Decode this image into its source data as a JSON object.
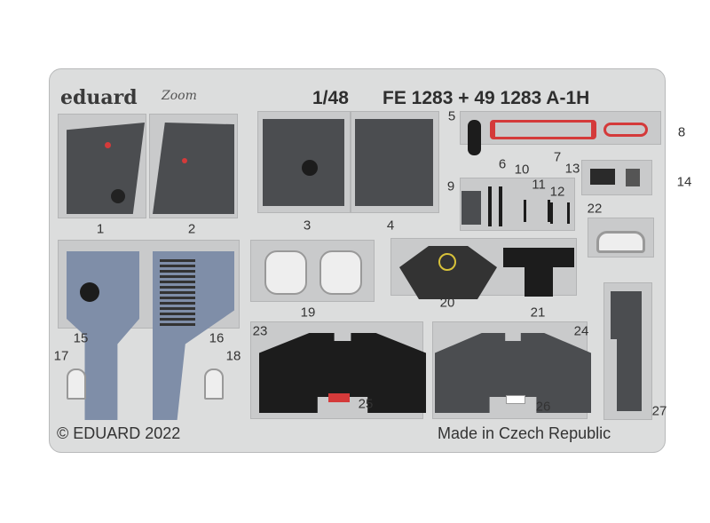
{
  "header": {
    "brand": "eduard",
    "sub_brand": "Zoom",
    "scale": "1/48",
    "product_code": "FE 1283 + 49 1283 A-1H"
  },
  "footer": {
    "copyright": "© EDUARD 2022",
    "origin": "Made in Czech Republic"
  },
  "part_numbers": [
    "1",
    "2",
    "3",
    "4",
    "5",
    "6",
    "7",
    "8",
    "9",
    "10",
    "11",
    "12",
    "13",
    "14",
    "15",
    "16",
    "17",
    "18",
    "19",
    "20",
    "21",
    "22",
    "23",
    "24",
    "25",
    "26",
    "27"
  ],
  "colors": {
    "fret": "#dcdddd",
    "panel_dark": "#4b4d50",
    "panel_blue": "#7f8ea8",
    "red": "#d43a3a",
    "black": "#1c1c1c"
  }
}
